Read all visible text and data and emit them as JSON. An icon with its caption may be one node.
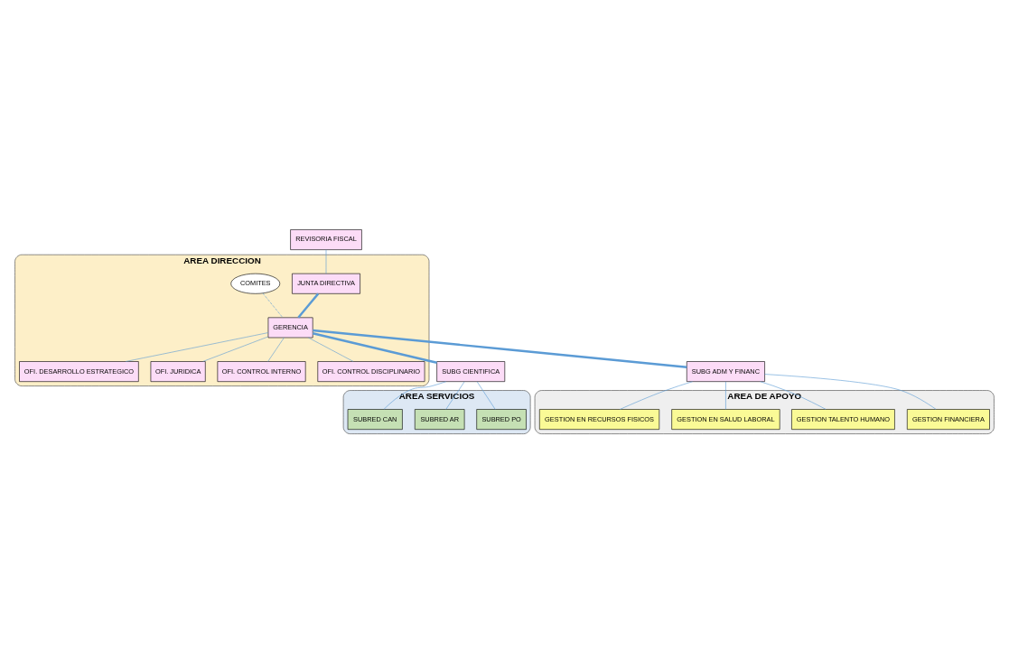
{
  "diagram": {
    "nodes": [
      {
        "text": [
          "AREA DIRECCION"
        ]
      },
      {
        "text": [
          "REVISORIA FISCAL"
        ]
      },
      {
        "text": [
          "JUNTA DIRECTIVA"
        ],
        "in": 0
      },
      {
        "text": [
          "OFI. DESARROLLO ESTRATEGICO"
        ],
        "in": 0
      },
      {
        "text": [
          "OFI. JURIDICA"
        ],
        "in": 0
      },
      {
        "text": [
          "OFI. CONTROL INTERNO"
        ],
        "in": 0
      },
      {
        "text": [
          "OFI. CONTROL DISCIPLINARIO"
        ],
        "in": 0
      },
      {
        "text": [
          "COMITES"
        ],
        "in": 0
      },
      {
        "text": [
          "GERENCIA"
        ],
        "in": 0
      },
      {
        "text": [
          "SUBG CIENTIFICA"
        ]
      },
      {
        "text": [
          "SUBG ADM Y FINANC"
        ]
      },
      {
        "text": [
          "AREA SERVICIOS"
        ]
      },
      {
        "text": [
          "SUBRED PO"
        ],
        "in": 11
      },
      {
        "text": [
          "SUBRED AR"
        ],
        "in": 11
      },
      {
        "text": [
          "SUBRED CAN"
        ],
        "in": 11
      },
      {
        "text": [
          "AREA DE APOYO"
        ]
      },
      {
        "text": [
          "GESTION FINANCIERA"
        ],
        "in": 15
      },
      {
        "text": [
          "GESTION TALENTO HUMANO"
        ],
        "in": 15
      },
      {
        "text": [
          "GESTION EN SALUD LABORAL"
        ],
        "in": 15
      },
      {
        "text": [
          "GESTION EN RECURSOS FISICOS"
        ],
        "in": 15
      }
    ],
    "edges": [
      {
        "from": 1,
        "to": 2,
        "arrow": "none"
      },
      {
        "from": 2,
        "to": 8,
        "arrow": "none",
        "style": "thick"
      },
      {
        "from": 8,
        "to": 3,
        "arrow": "none"
      },
      {
        "from": 8,
        "to": 4,
        "arrow": "none"
      },
      {
        "from": 8,
        "to": 5,
        "arrow": "none"
      },
      {
        "from": 8,
        "to": 6,
        "arrow": "none"
      },
      {
        "from": 7,
        "to": 8,
        "arrow": "none",
        "style": "dashed"
      },
      {
        "from": 8,
        "to": 9,
        "arrow": "none",
        "style": "thick"
      },
      {
        "from": 8,
        "to": 10,
        "arrow": "none",
        "style": "thick"
      },
      {
        "from": 9,
        "to": 12,
        "arrow": "none"
      },
      {
        "from": 9,
        "to": 13,
        "arrow": "none"
      },
      {
        "from": 9,
        "to": 14,
        "arrow": "none"
      },
      {
        "from": 10,
        "to": 16,
        "arrow": "none"
      },
      {
        "from": 10,
        "to": 17,
        "arrow": "none"
      },
      {
        "from": 10,
        "to": 18,
        "arrow": "none"
      },
      {
        "from": 10,
        "to": 19,
        "arrow": "none"
      }
    ]
  }
}
